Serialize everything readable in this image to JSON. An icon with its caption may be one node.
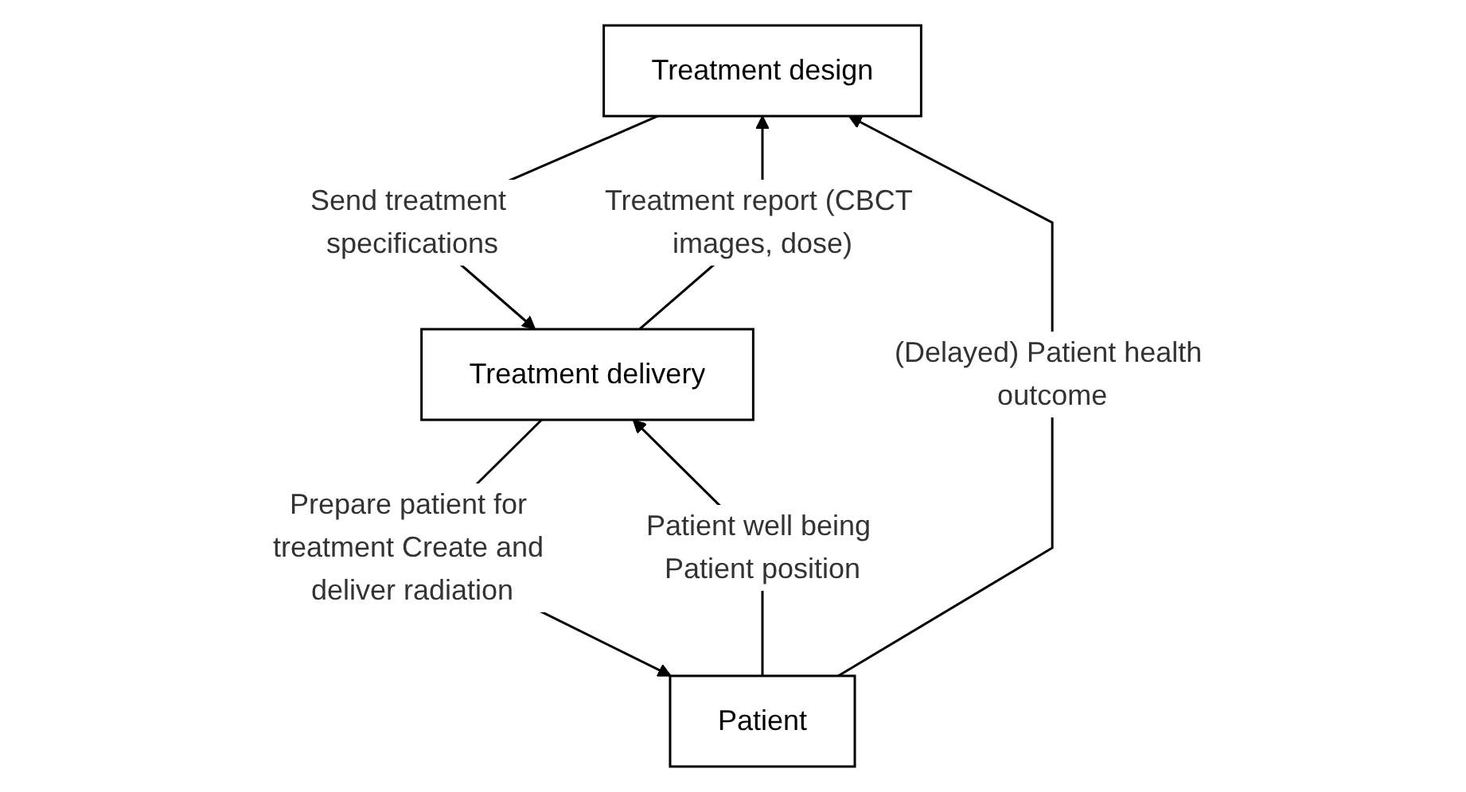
{
  "diagram": {
    "nodes": [
      {
        "text": [
          "Treatment design"
        ]
      },
      {
        "text": [
          "Treatment delivery"
        ]
      },
      {
        "text": [
          "Patient"
        ]
      }
    ],
    "edges": [
      {
        "from": 0,
        "to": 1,
        "arrow": "to",
        "label": "Send treatment specifications"
      },
      {
        "from": 1,
        "to": 0,
        "arrow": "to",
        "label": "Treatment report (CBCT images, dose)"
      },
      {
        "from": 1,
        "to": 2,
        "arrow": "to",
        "label": "Prepare patient for treatment Create and deliver radiation"
      },
      {
        "from": 2,
        "to": 1,
        "arrow": "to",
        "label": "Patient well being Patient position"
      },
      {
        "from": 2,
        "to": 0,
        "arrow": "to",
        "label": "(Delayed) Patient health outcome"
      }
    ]
  }
}
